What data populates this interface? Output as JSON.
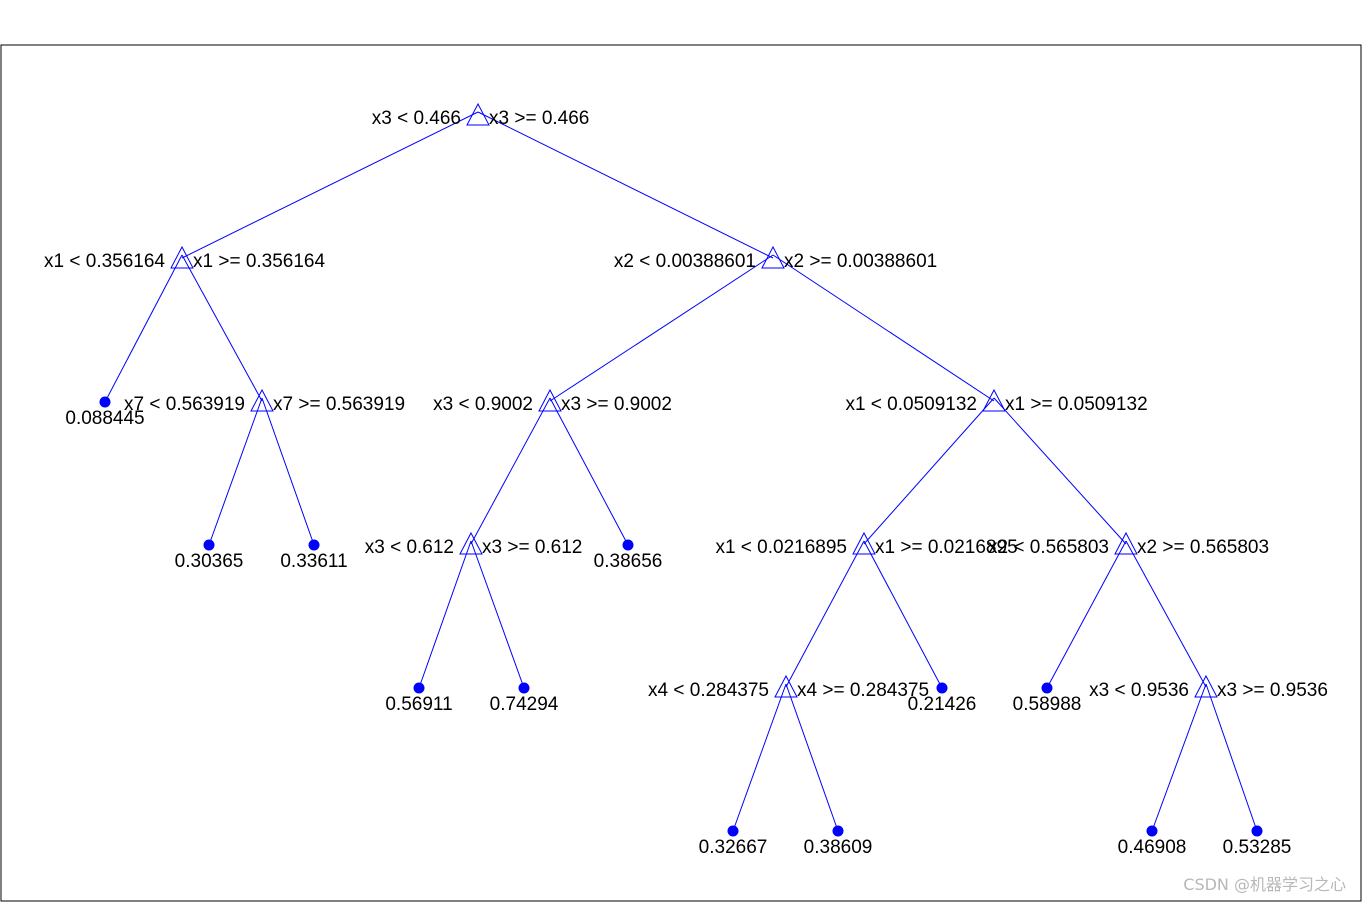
{
  "colors": {
    "edge": "#0000ff",
    "leaf": "#0000ff",
    "node": "#0000ff",
    "text": "#000000",
    "frame": "#000000"
  },
  "watermark": "CSDN @机器学习之心",
  "nodes": [
    {
      "id": "n1",
      "left": "x3 < 0.466",
      "right": "x3 >= 0.466"
    },
    {
      "id": "n2",
      "left": "x1 < 0.356164",
      "right": "x1 >= 0.356164"
    },
    {
      "id": "n3",
      "left": "x2 < 0.00388601",
      "right": "x2 >= 0.00388601"
    },
    {
      "id": "n4",
      "left": "x7 < 0.563919",
      "right": "x7 >= 0.563919"
    },
    {
      "id": "n5",
      "left": "x3 < 0.9002",
      "right": "x3 >= 0.9002"
    },
    {
      "id": "n6",
      "left": "x1 < 0.0509132",
      "right": "x1 >= 0.0509132"
    },
    {
      "id": "n7",
      "left": "x3 < 0.612",
      "right": "x3 >= 0.612"
    },
    {
      "id": "n8",
      "left": "x1 < 0.0216895",
      "right": "x1 >= 0.0216895"
    },
    {
      "id": "n9",
      "left": "x2 < 0.565803",
      "right": "x2 >= 0.565803"
    },
    {
      "id": "n10",
      "left": "x4 < 0.284375",
      "right": "x4 >= 0.284375"
    },
    {
      "id": "n11",
      "left": "x3 < 0.9536",
      "right": "x3 >= 0.9536"
    }
  ],
  "leaves": [
    {
      "id": "l1",
      "value": "0.088445"
    },
    {
      "id": "l2",
      "value": "0.30365"
    },
    {
      "id": "l3",
      "value": "0.33611"
    },
    {
      "id": "l4",
      "value": "0.38656"
    },
    {
      "id": "l5",
      "value": "0.56911"
    },
    {
      "id": "l6",
      "value": "0.74294"
    },
    {
      "id": "l7",
      "value": "0.21426"
    },
    {
      "id": "l8",
      "value": "0.58988"
    },
    {
      "id": "l9",
      "value": "0.32667"
    },
    {
      "id": "l10",
      "value": "0.38609"
    },
    {
      "id": "l11",
      "value": "0.46908"
    },
    {
      "id": "l12",
      "value": "0.53285"
    }
  ],
  "edges": [
    [
      "n1",
      "n2"
    ],
    [
      "n1",
      "n3"
    ],
    [
      "n2",
      "l1"
    ],
    [
      "n2",
      "n4"
    ],
    [
      "n3",
      "n5"
    ],
    [
      "n3",
      "n6"
    ],
    [
      "n4",
      "l2"
    ],
    [
      "n4",
      "l3"
    ],
    [
      "n5",
      "n7"
    ],
    [
      "n5",
      "l4"
    ],
    [
      "n6",
      "n8"
    ],
    [
      "n6",
      "n9"
    ],
    [
      "n7",
      "l5"
    ],
    [
      "n7",
      "l6"
    ],
    [
      "n8",
      "n10"
    ],
    [
      "n8",
      "l7"
    ],
    [
      "n9",
      "l8"
    ],
    [
      "n9",
      "n11"
    ],
    [
      "n10",
      "l9"
    ],
    [
      "n10",
      "l10"
    ],
    [
      "n11",
      "l11"
    ],
    [
      "n11",
      "l12"
    ]
  ]
}
